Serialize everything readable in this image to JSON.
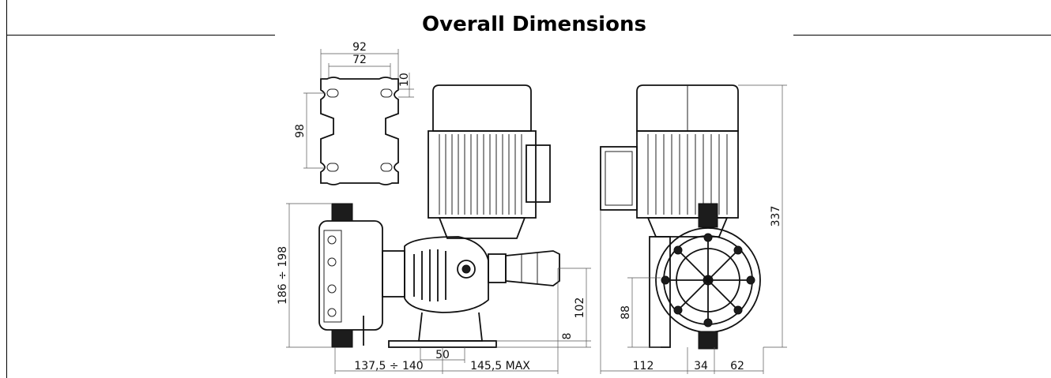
{
  "section": {
    "title": "Overall Dimensions"
  },
  "dimensions": {
    "bracket_width_outer": "92",
    "bracket_width_inner": "72",
    "bracket_slot": "10",
    "bracket_hole_spacing": "98",
    "head_height": "186 ÷ 198",
    "left_offset": "137,5 ÷ 140",
    "right_offset": "145,5 MAX",
    "base_center": "50",
    "shaft_height": "102",
    "base_thickness": "8",
    "total_height": "337",
    "side_depth": "112",
    "side_mid": "34",
    "side_right": "62",
    "port_height": "88"
  }
}
